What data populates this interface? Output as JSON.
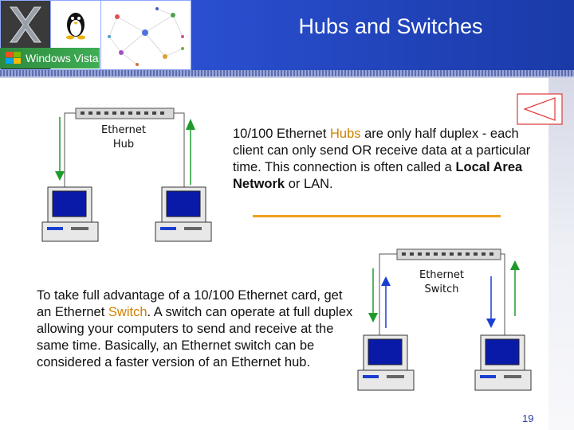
{
  "slide": {
    "title": "Hubs and Switches",
    "page_number": "19"
  },
  "thumbnails": {
    "vista_label": "Windows Vista"
  },
  "diagram_hub": {
    "label_line1": "Ethernet",
    "label_line2": "Hub"
  },
  "diagram_switch": {
    "label_line1": "Ethernet",
    "label_line2": "Switch"
  },
  "paragraph1": {
    "p1": "10/100 Ethernet ",
    "hubs": "Hubs",
    "p2": " are only half duplex - each client can only send OR receive data at a particular time.  This connection is often called a ",
    "lan": "Local Area Network",
    "p3": " or LAN."
  },
  "paragraph2": {
    "p1": "To take full advantage of a 10/100 Ethernet card, get an Ethernet ",
    "switch": "Switch",
    "p2": ".  A switch can operate at full duplex allowing your computers to send and receive at the same time.  Basically, an Ethernet switch can be considered a faster version of an Ethernet hub."
  },
  "colors": {
    "header": "#1f3fbf",
    "accent": "#d08000",
    "divider": "#f0a020",
    "arrow": "#1f9a2a",
    "arrow_blue": "#1a3fd0",
    "screen": "#0a1aa8"
  },
  "icons": [
    "x-logo-icon",
    "linux-penguin-icon",
    "network-graph-icon",
    "windows-flag-icon",
    "play-triangle-icon",
    "computer-icon"
  ]
}
